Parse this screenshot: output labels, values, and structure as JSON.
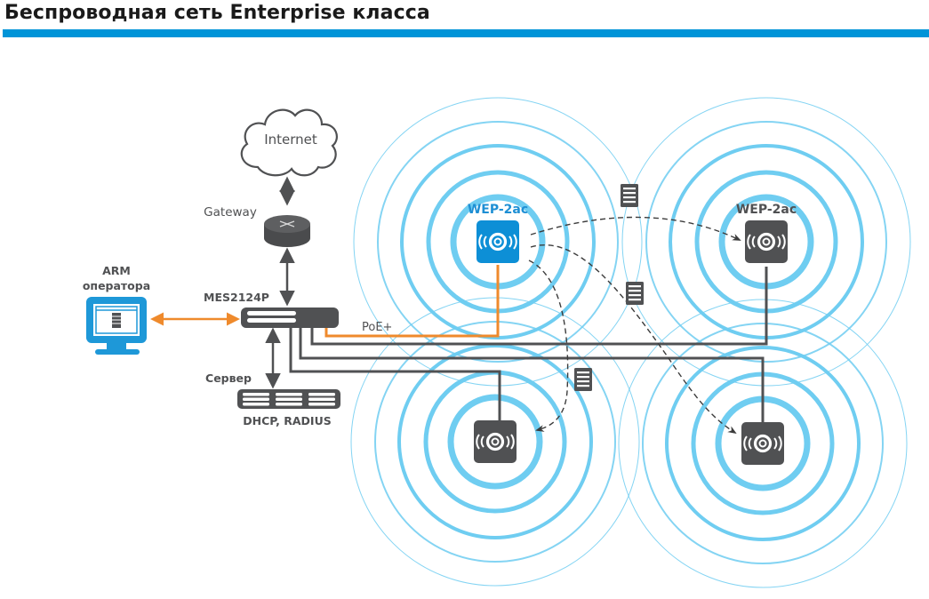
{
  "page": {
    "title": "Беспроводная сеть Enterprise класса",
    "accent_color": "#0094d8"
  },
  "colors": {
    "ring": "#6fcdf1",
    "device_dark": "#505153",
    "device_blue": "#0d8fd6",
    "poe_cable": "#ef8a2c",
    "arm_blue": "#1e98d8"
  },
  "nodes": {
    "internet": {
      "label": "Internet",
      "icon": "cloud-icon"
    },
    "gateway": {
      "label": "Gateway",
      "icon": "router-icon"
    },
    "switch": {
      "label": "MES2124P",
      "icon": "switch-icon"
    },
    "arm": {
      "label_line1": "ARM",
      "label_line2": "оператора",
      "icon": "monitor-icon"
    },
    "server": {
      "label_top": "Сервер",
      "label_bottom": "DHCP, RADIUS",
      "icon": "server-rack-icon"
    },
    "poe_label": "PoE+"
  },
  "access_points": [
    {
      "id": "ap-1",
      "label": "WEP-2ac",
      "style": "blue",
      "icon": "wireless-ap-icon"
    },
    {
      "id": "ap-2",
      "label": "WEP-2ac",
      "style": "dark",
      "icon": "wireless-ap-icon"
    },
    {
      "id": "ap-3",
      "label": "",
      "style": "dark",
      "icon": "wireless-ap-icon"
    },
    {
      "id": "ap-4",
      "label": "",
      "style": "dark",
      "icon": "wireless-ap-icon"
    }
  ],
  "client_devices": [
    {
      "icon": "document-icon"
    },
    {
      "icon": "document-icon"
    },
    {
      "icon": "document-icon"
    }
  ]
}
